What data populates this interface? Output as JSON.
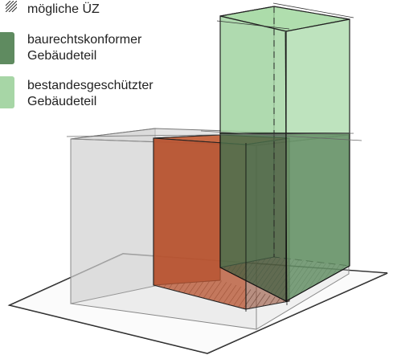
{
  "legend": {
    "hatch_label": "mögliche ÜZ",
    "dark_label": "baurechtskonformer\nGebäudeteil",
    "light_label": "bestandesgeschützter\nGebäudeteil"
  },
  "colors": {
    "dark_green": "#5f8b60",
    "light_green": "#a7d6a6",
    "red": "#b9502d",
    "grey": "#d8d8d8"
  },
  "icons": {
    "hatch": "diagonal-hatch-icon"
  }
}
